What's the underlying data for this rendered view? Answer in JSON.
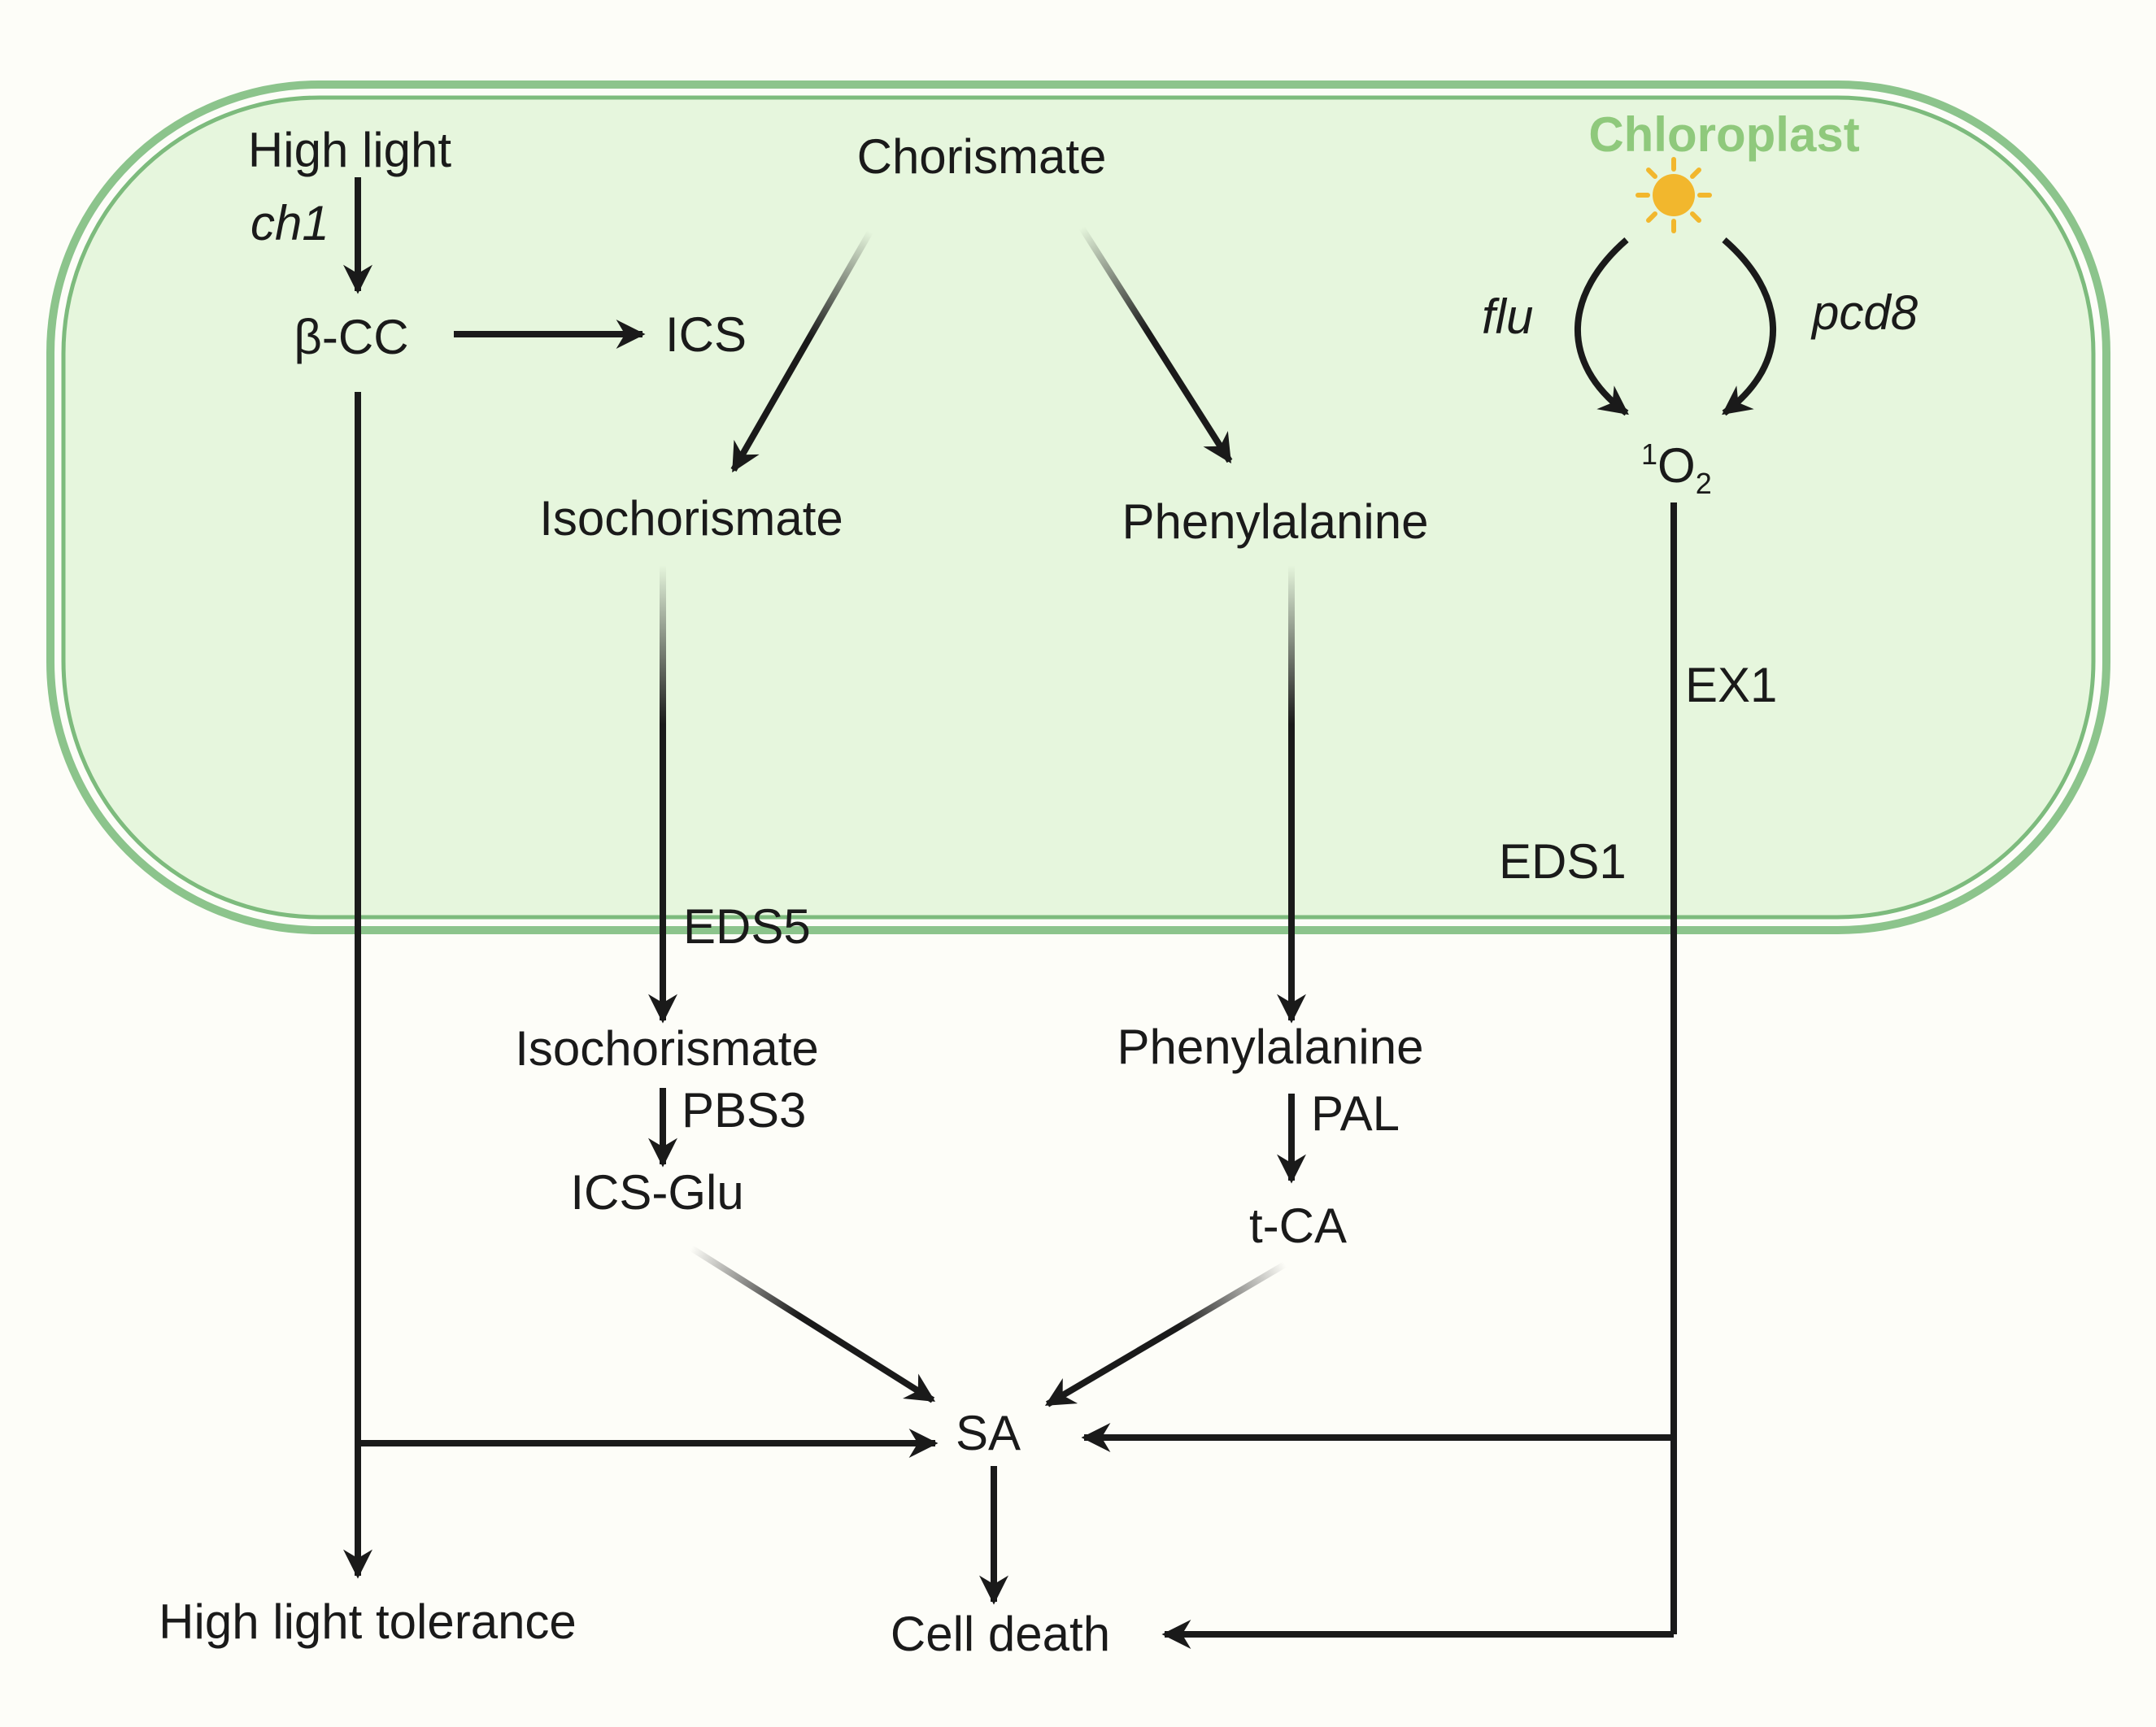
{
  "figure": {
    "compartment_label": "Chloroplast",
    "colors": {
      "background": "#fdfdf8",
      "chloroplast_fill": "#e6f6dd",
      "chloroplast_border": "#80bf80",
      "title": "#8fc97c",
      "sun": "#f2b72d",
      "arrow": "#1a1a1a"
    },
    "nodes": {
      "high_light": "High light",
      "beta_cc": "β-CC",
      "ics": "ICS",
      "chorismate": "Chorismate",
      "isochorismate_plastid": "Isochorismate",
      "phenylalanine_plastid": "Phenylalanine",
      "singlet_oxygen_sup": "1",
      "singlet_oxygen_base": "O",
      "singlet_oxygen_sub": "2",
      "isochorismate_cytosol": "Isochorismate",
      "phenylalanine_cytosol": "Phenylalanine",
      "ics_glu": "ICS-Glu",
      "t_ca": "t-CA",
      "sa": "SA",
      "high_light_tolerance": "High light tolerance",
      "cell_death": "Cell death"
    },
    "edge_labels": {
      "ch1": "ch1",
      "flu": "flu",
      "pcd8": "pcd8",
      "ex1": "EX1",
      "eds1": "EDS1",
      "eds5": "EDS5",
      "pbs3": "PBS3",
      "pal": "PAL"
    },
    "icons": [
      "sun-icon"
    ]
  }
}
